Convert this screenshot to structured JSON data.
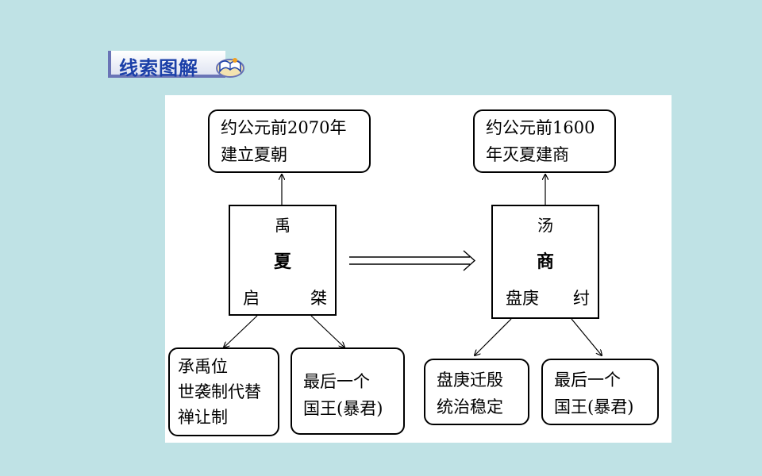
{
  "title": {
    "text": "线索图解",
    "icon": "open-book-icon"
  },
  "xia": {
    "founder": "禹",
    "name": "夏",
    "ruler_left": "启",
    "ruler_right": "桀",
    "event_lines": [
      "约公元前2070年",
      "建立夏朝"
    ],
    "children": [
      {
        "lines": [
          "承禹位",
          "世袭制代替",
          "禅让制"
        ]
      },
      {
        "lines": [
          "最后一个",
          "国王(暴君)"
        ]
      }
    ]
  },
  "shang": {
    "founder": "汤",
    "name": "商",
    "ruler_left": "盘庚",
    "ruler_right": "纣",
    "event_lines": [
      "约公元前1600",
      "年灭夏建商"
    ],
    "children": [
      {
        "lines": [
          "盘庚迁殷",
          "统治稳定"
        ]
      },
      {
        "lines": [
          "最后一个",
          "国王(暴君)"
        ]
      }
    ]
  },
  "colors": {
    "background": "#bfe2e5",
    "title_text": "#1a3fa8",
    "panel": "#ffffff"
  }
}
